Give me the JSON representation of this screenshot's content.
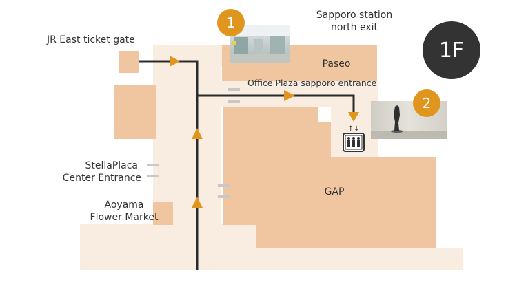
{
  "floor": {
    "label": "1F"
  },
  "markers": [
    {
      "number": "1"
    },
    {
      "number": "2"
    }
  ],
  "labels": {
    "jr_east_gate": "JR East ticket gate",
    "sapporo_north_exit_line1": "Sapporo station",
    "sapporo_north_exit_line2": "north exit",
    "paseo": "Paseo",
    "office_plaza": "Office Plaza sapporo entrance",
    "stellaplaca_line1": "StellaPlaca",
    "stellaplaca_line2": "Center Entrance",
    "aoyama_line1": "Aoyama",
    "aoyama_line2": "Flower Market",
    "gap": "GAP"
  },
  "icons": {
    "elevator": "elevator-icon",
    "route_arrow": "arrow-icon",
    "entrance": "entrance-marker-icon"
  },
  "colors": {
    "corridor": "#f9ece1",
    "store": "#efc69f",
    "route": "#2b2b2b",
    "arrow": "#e0961e",
    "entrance_mark": "#c8c8c8",
    "floor_badge": "#333333",
    "marker": "#e0961e"
  }
}
